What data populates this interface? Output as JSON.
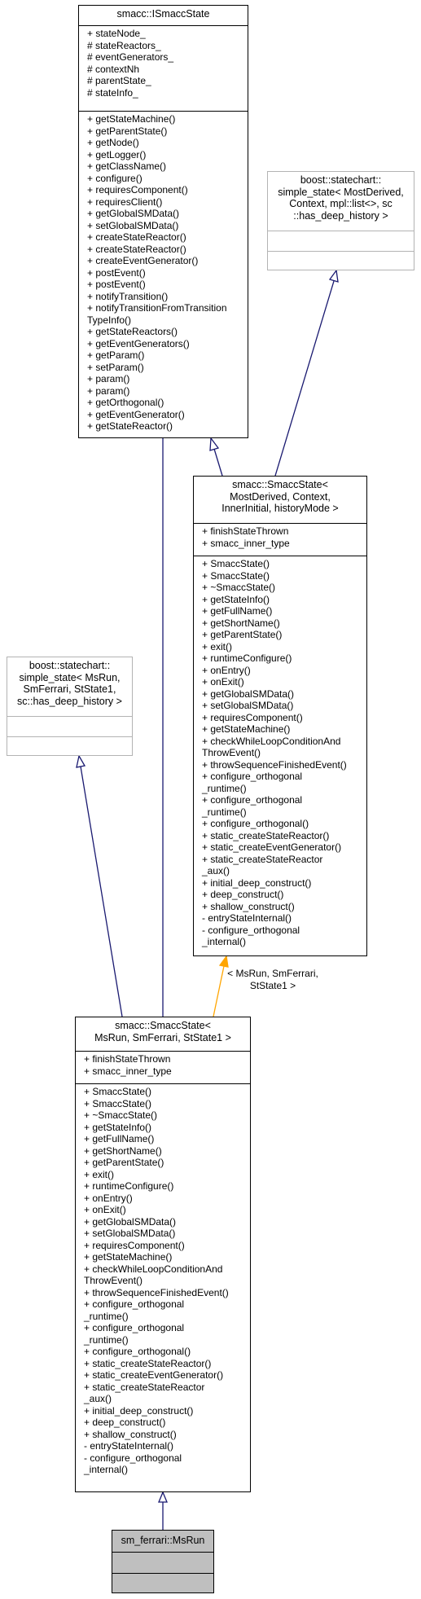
{
  "classes": {
    "ismacc": {
      "title": [
        "smacc::ISmaccState"
      ],
      "attributes": [
        "+ stateNode_",
        "# stateReactors_",
        "# eventGenerators_",
        "# contextNh",
        "# parentState_",
        "# stateInfo_"
      ],
      "methods": [
        "+ getStateMachine()",
        "+ getParentState()",
        "+ getNode()",
        "+ getLogger()",
        "+ getClassName()",
        "+ configure()",
        "+ requiresComponent()",
        "+ requiresClient()",
        "+ getGlobalSMData()",
        "+ setGlobalSMData()",
        "+ createStateReactor()",
        "+ createStateReactor()",
        "+ createEventGenerator()",
        "+ postEvent()",
        "+ postEvent()",
        "+ notifyTransition()",
        "+ notifyTransitionFromTransition",
        "TypeInfo()",
        "+ getStateReactors()",
        "+ getEventGenerators()",
        "+ getParam()",
        "+ setParam()",
        "+ param()",
        "+ param()",
        "+ getOrthogonal()",
        "+ getEventGenerator()",
        "+ getStateReactor()"
      ]
    },
    "boost_top": {
      "title": [
        "boost::statechart::",
        "simple_state< MostDerived,",
        "Context, mpl::list<>, sc",
        "::has_deep_history >"
      ],
      "attributes": [],
      "methods": []
    },
    "smacc_tmpl": {
      "title": [
        "smacc::SmaccState<",
        "MostDerived, Context,",
        "InnerInitial, historyMode >"
      ],
      "attributes": [
        "+ finishStateThrown",
        "+ smacc_inner_type"
      ],
      "methods": [
        "+ SmaccState()",
        "+ SmaccState()",
        "+ ~SmaccState()",
        "+ getStateInfo()",
        "+ getFullName()",
        "+ getShortName()",
        "+ getParentState()",
        "+ exit()",
        "+ runtimeConfigure()",
        "+ onEntry()",
        "+ onExit()",
        "+ getGlobalSMData()",
        "+ setGlobalSMData()",
        "+ requiresComponent()",
        "+ getStateMachine()",
        "+ checkWhileLoopConditionAnd",
        "ThrowEvent()",
        "+ throwSequenceFinishedEvent()",
        "+ configure_orthogonal",
        "_runtime()",
        "+ configure_orthogonal",
        "_runtime()",
        "+ configure_orthogonal()",
        "+ static_createStateReactor()",
        "+ static_createEventGenerator()",
        "+ static_createStateReactor",
        "_aux()",
        "+ initial_deep_construct()",
        "+ deep_construct()",
        "+ shallow_construct()",
        "- entryStateInternal()",
        "- configure_orthogonal",
        "_internal()"
      ]
    },
    "boost_left": {
      "title": [
        "boost::statechart::",
        "simple_state< MsRun,",
        "SmFerrari, StState1,",
        "sc::has_deep_history >"
      ],
      "attributes": [],
      "methods": []
    },
    "smacc_inst": {
      "title": [
        "smacc::SmaccState<",
        "MsRun, SmFerrari, StState1 >"
      ],
      "attributes": [
        "+ finishStateThrown",
        "+ smacc_inner_type"
      ],
      "methods": [
        "+ SmaccState()",
        "+ SmaccState()",
        "+ ~SmaccState()",
        "+ getStateInfo()",
        "+ getFullName()",
        "+ getShortName()",
        "+ getParentState()",
        "+ exit()",
        "+ runtimeConfigure()",
        "+ onEntry()",
        "+ onExit()",
        "+ getGlobalSMData()",
        "+ setGlobalSMData()",
        "+ requiresComponent()",
        "+ getStateMachine()",
        "+ checkWhileLoopConditionAnd",
        "ThrowEvent()",
        "+ throwSequenceFinishedEvent()",
        "+ configure_orthogonal",
        "_runtime()",
        "+ configure_orthogonal",
        "_runtime()",
        "+ configure_orthogonal()",
        "+ static_createStateReactor()",
        "+ static_createEventGenerator()",
        "+ static_createStateReactor",
        "_aux()",
        "+ initial_deep_construct()",
        "+ deep_construct()",
        "+ shallow_construct()",
        "- entryStateInternal()",
        "- configure_orthogonal",
        "_internal()"
      ]
    },
    "msrun": {
      "title": [
        "sm_ferrari::MsRun"
      ],
      "attributes": [],
      "methods": []
    }
  },
  "edge_label": [
    "< MsRun, SmFerrari,",
    "StState1 >"
  ],
  "colors": {
    "inherit_edge": "#191970",
    "template_edge": "#ffa500",
    "border": "#000000",
    "gray_border": "#b3b3b3",
    "highlight_fill": "#bfbfbf"
  }
}
